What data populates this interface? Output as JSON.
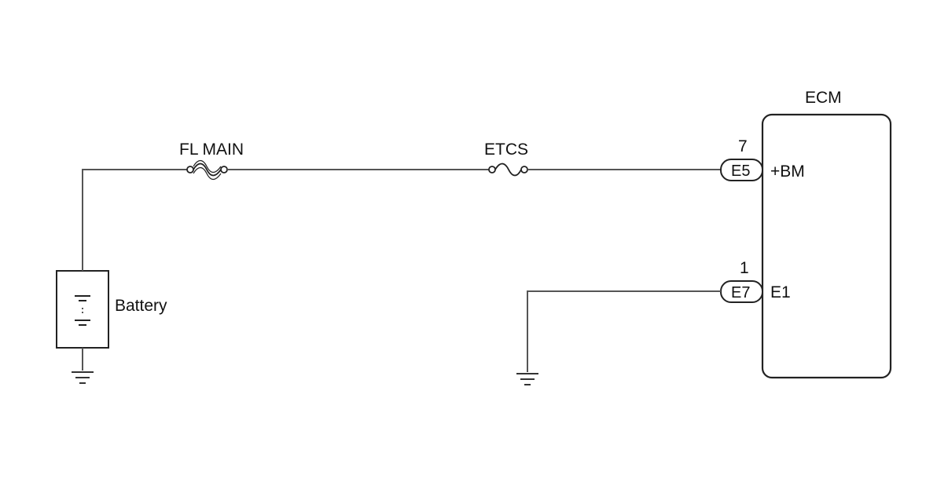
{
  "components": {
    "battery": {
      "label": "Battery"
    },
    "fuse_main": {
      "label": "FL MAIN"
    },
    "fuse_etcs": {
      "label": "ETCS"
    },
    "ecm": {
      "label": "ECM"
    }
  },
  "connectors": [
    {
      "connector": "E5",
      "pin": "7",
      "terminal": "+BM"
    },
    {
      "connector": "E7",
      "pin": "1",
      "terminal": "E1"
    }
  ],
  "colors": {
    "wire": "#555555",
    "outline": "#222222"
  }
}
